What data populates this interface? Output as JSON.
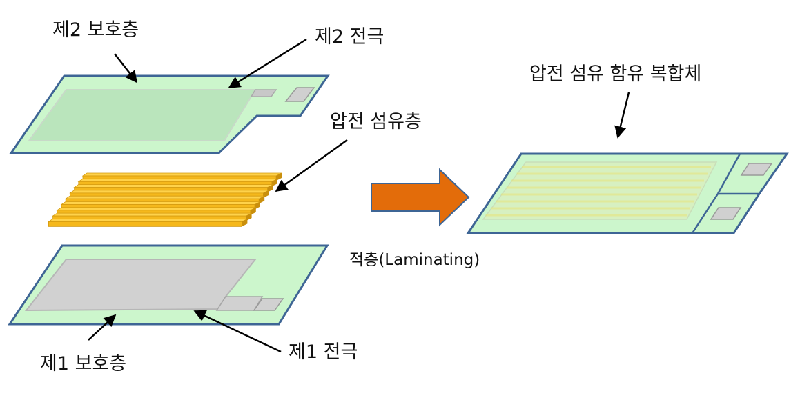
{
  "labels": {
    "second_protective_layer": "제2 보호층",
    "second_electrode": "제2 전극",
    "piezo_fiber_layer": "압전 섬유층",
    "first_protective_layer": "제1 보호층",
    "first_electrode": "제1 전극",
    "lamination": "적층(Laminating)",
    "composite": "압전 섬유 함유 복합체"
  },
  "colors": {
    "layer_fill": "#ccf6cc",
    "layer_border": "#3e6595",
    "electrode_top": "#b9e4bb",
    "electrode_bottom": "#d1d1d1",
    "fiber": "#f5b81c",
    "arrow": "#e36c0a",
    "arrow_border": "#3e6595"
  }
}
